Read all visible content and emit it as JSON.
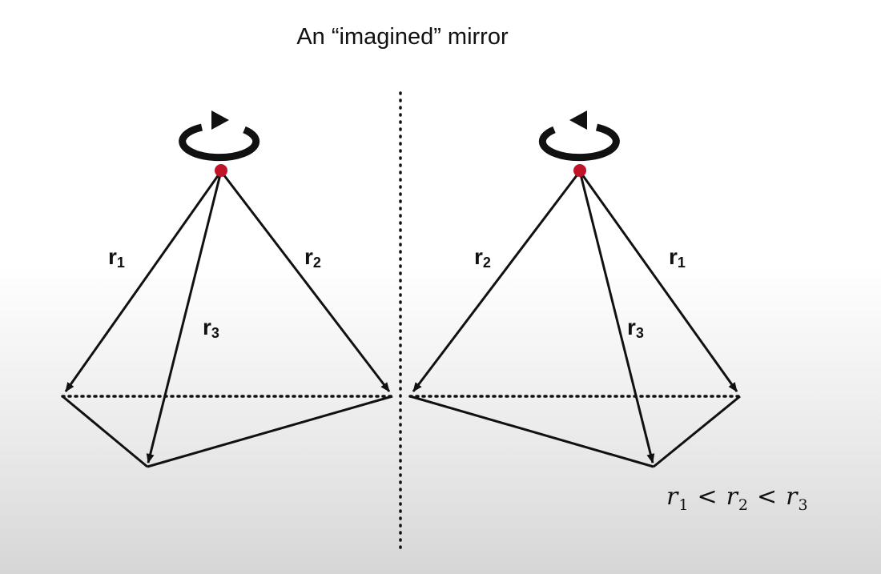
{
  "title": "An “imagined” mirror",
  "left": {
    "labels": {
      "r1": {
        "main": "r",
        "sub": "1"
      },
      "r2": {
        "main": "r",
        "sub": "2"
      },
      "r3": {
        "main": "r",
        "sub": "3"
      }
    }
  },
  "right": {
    "labels": {
      "r2": {
        "main": "r",
        "sub": "2"
      },
      "r1": {
        "main": "r",
        "sub": "1"
      },
      "r3": {
        "main": "r",
        "sub": "3"
      }
    }
  },
  "relation": {
    "a": "r",
    "a_sub": "1",
    "op1": "<",
    "b": "r",
    "b_sub": "2",
    "op2": "<",
    "c": "r",
    "c_sub": "3"
  },
  "colors": {
    "line": "#111111",
    "apex": "#c0142a"
  }
}
